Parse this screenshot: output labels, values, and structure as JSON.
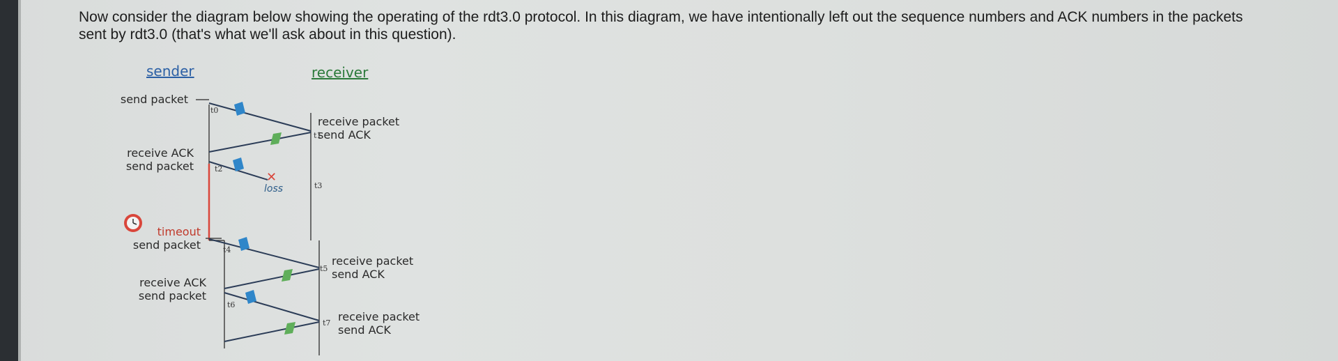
{
  "question": {
    "text": "Now consider the diagram below showing the operating of the rdt3.0 protocol.  In this diagram, we have intentionally left out the sequence numbers and ACK numbers in the packets sent by rdt3.0 (that's what we'll ask about in this question)."
  },
  "diagram": {
    "sender_title": "sender",
    "receiver_title": "receiver",
    "sender_events": [
      {
        "line1": "send packet"
      },
      {
        "line1": "receive ACK",
        "line2": "send packet"
      },
      {
        "line1": "timeout",
        "line2": "send packet"
      },
      {
        "line1": "receive ACK",
        "line2": "send packet"
      }
    ],
    "receiver_events": [
      {
        "line1": "receive packet",
        "line2": "send ACK"
      },
      {
        "line1": "receive packet",
        "line2": "send ACK"
      },
      {
        "line1": "receive packet",
        "line2": "send ACK"
      }
    ],
    "loss_label": "loss",
    "time_labels": [
      "t0",
      "t1",
      "t2",
      "t3",
      "t4",
      "t5",
      "t6",
      "t7"
    ],
    "colors": {
      "sender_color": "#2b5fa5",
      "receiver_color": "#2b7a3a",
      "packet_blue": "#2f86c9",
      "ack_green": "#5fae5a",
      "timer_red": "#d9463b",
      "loss_red": "#d9463b"
    }
  }
}
